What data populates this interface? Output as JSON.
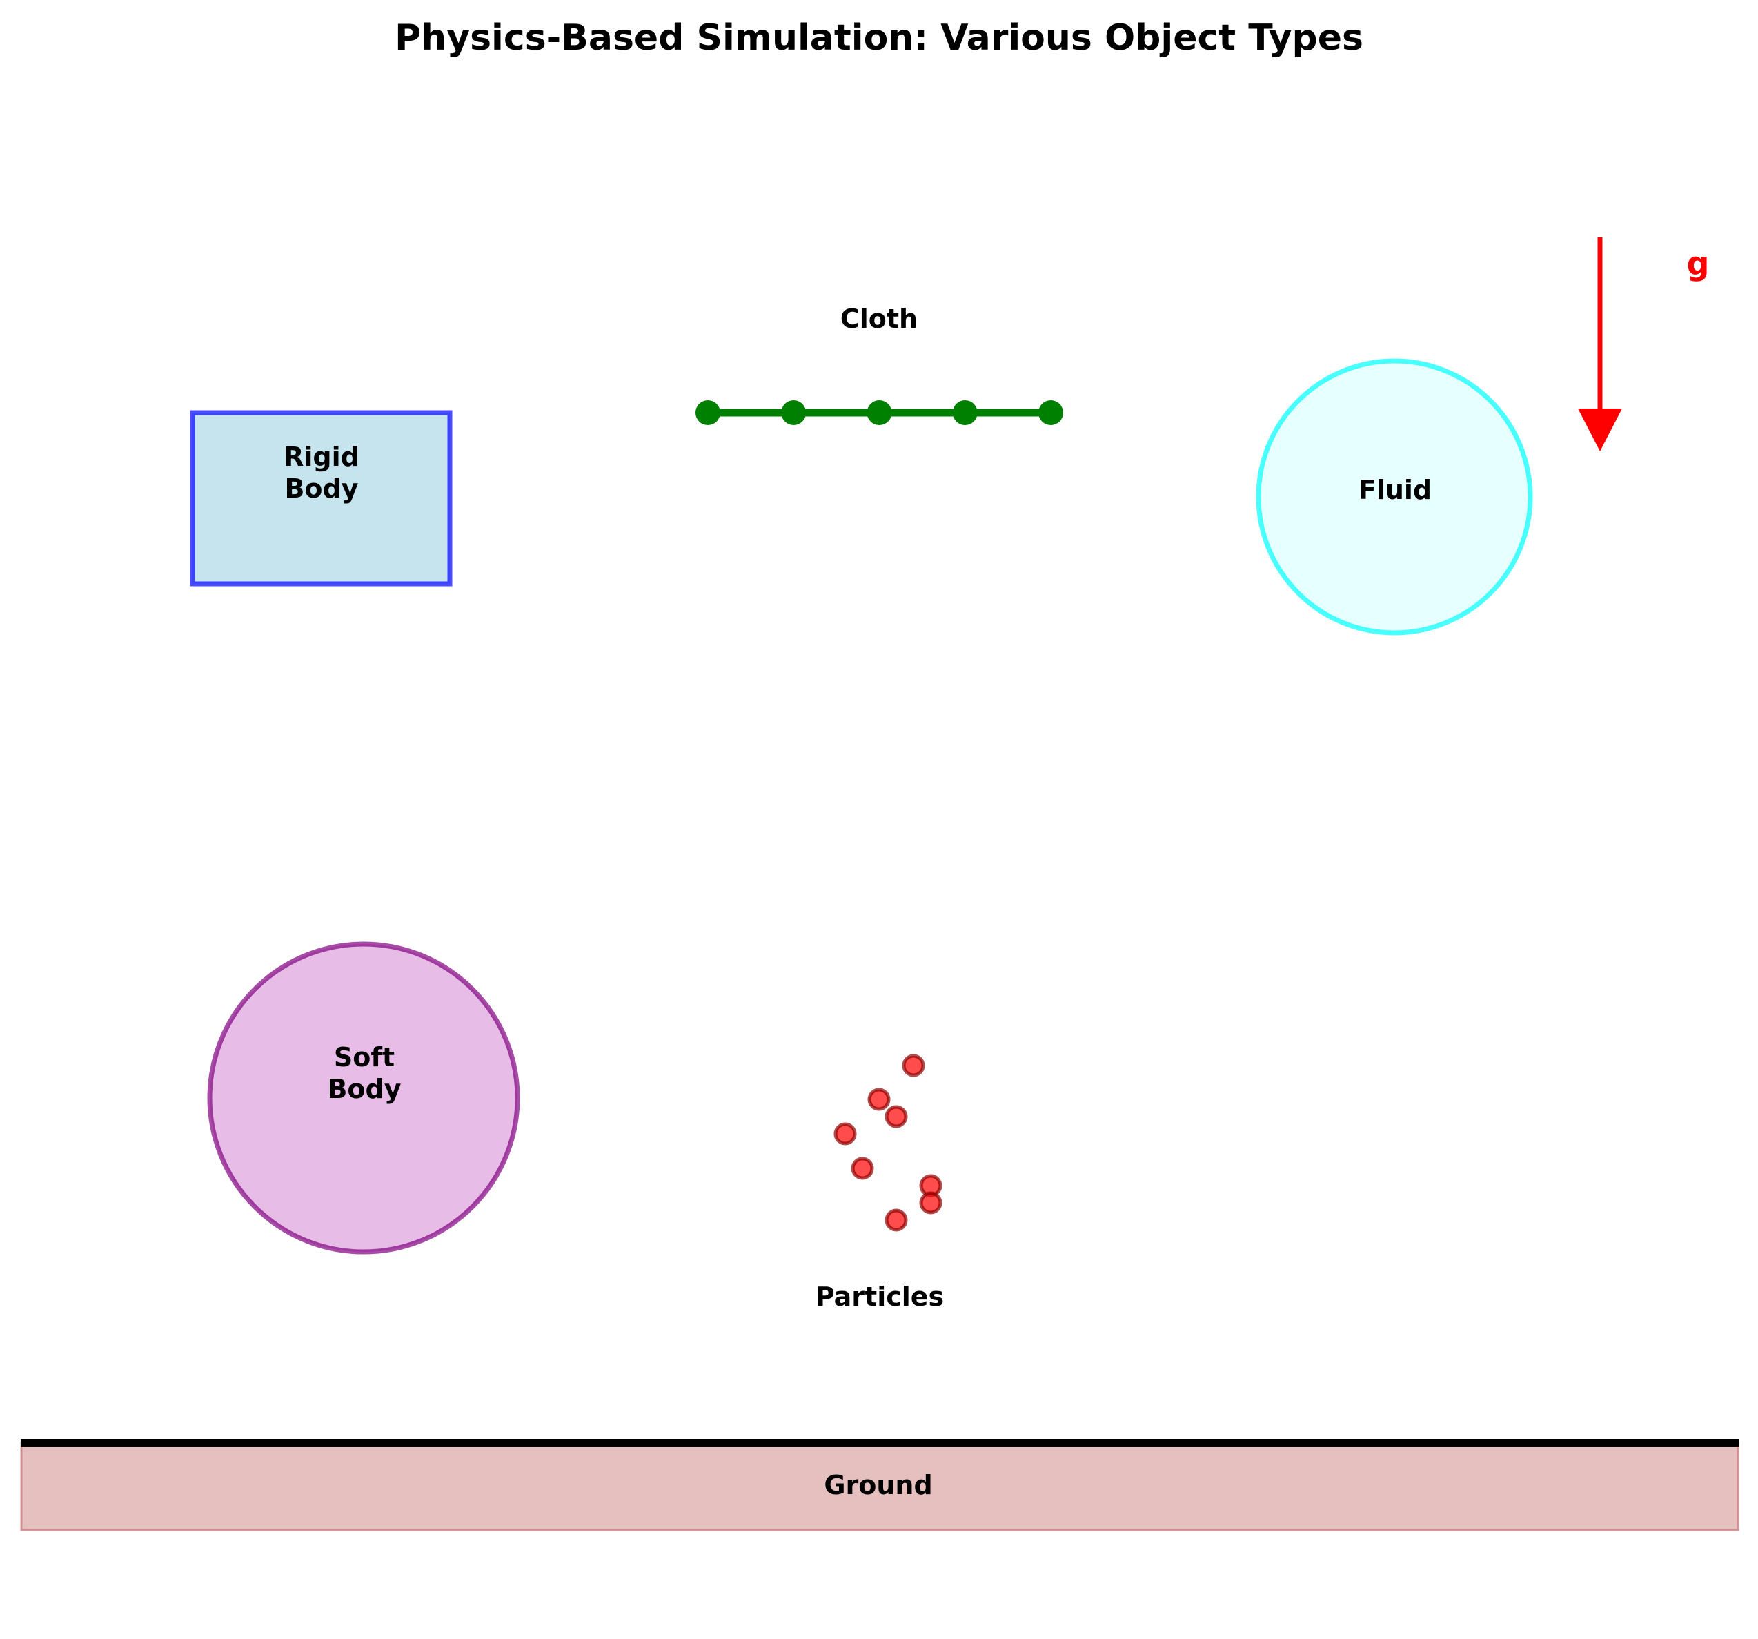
{
  "title": "Physics-Based Simulation: Various Object Types",
  "colors": {
    "rigid_fill": "#add8e6",
    "rigid_edge": "#0000ff",
    "cloth": "#008000",
    "fluid_fill": "#e0ffff",
    "fluid_edge": "#00ffff",
    "soft_fill": "#dda0dd",
    "soft_edge": "#800080",
    "particle_fill": "#ff0000",
    "particle_edge": "#8b0000",
    "gravity": "#ff0000",
    "ground_fill": "#cd8080",
    "ground_line": "#000000"
  },
  "objects": {
    "rigid_body": {
      "label_line1": "Rigid",
      "label_line2": "Body"
    },
    "cloth": {
      "label": "Cloth",
      "node_count": 5
    },
    "fluid": {
      "label": "Fluid"
    },
    "soft_body": {
      "label_line1": "Soft",
      "label_line2": "Body"
    },
    "particles": {
      "label": "Particles",
      "count": 8
    },
    "ground": {
      "label": "Ground"
    },
    "gravity": {
      "label": "g",
      "direction": "down"
    }
  }
}
